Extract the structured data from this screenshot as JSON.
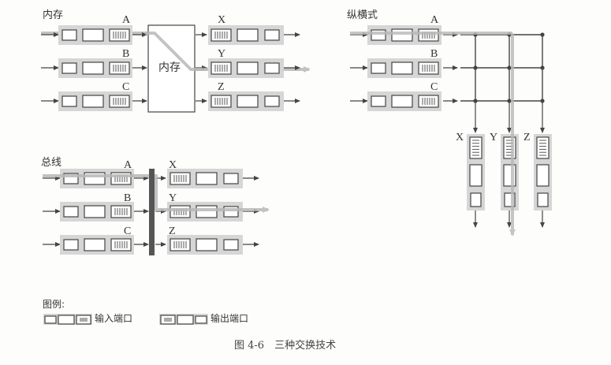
{
  "colors": {
    "background": "#fdfdfc",
    "port_band": "#d6d6d6",
    "box_stroke": "#444444",
    "box_fill": "#ffffff",
    "line": "#444444",
    "path_highlight": "#b8b8b8",
    "bus_bar": "#555555"
  },
  "sections": {
    "memory": {
      "title": "内存",
      "center_label": "内存",
      "inputs": [
        "A",
        "B",
        "C"
      ],
      "outputs": [
        "X",
        "Y",
        "Z"
      ]
    },
    "crossbar": {
      "title": "纵横式",
      "inputs": [
        "A",
        "B",
        "C"
      ],
      "outputs": [
        "X",
        "Y",
        "Z"
      ]
    },
    "bus": {
      "title": "总线",
      "inputs": [
        "A",
        "B",
        "C"
      ],
      "outputs": [
        "X",
        "Y",
        "Z"
      ]
    }
  },
  "legend": {
    "title": "图例:",
    "input_port": "输入端口",
    "output_port": "输出端口"
  },
  "caption": "图 4-6　三种交换技术"
}
